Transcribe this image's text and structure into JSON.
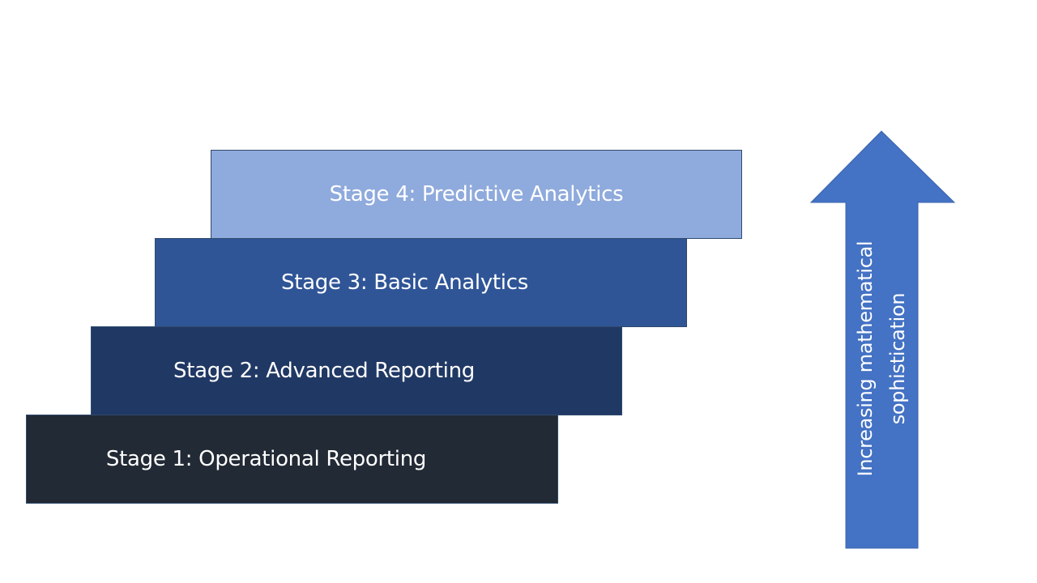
{
  "stages": [
    {
      "label": "Stage 1: Operational Reporting",
      "color": "#222a35"
    },
    {
      "label": "Stage 2: Advanced Reporting",
      "color": "#203864"
    },
    {
      "label": "Stage 3: Basic Analytics",
      "color": "#2f5597"
    },
    {
      "label": "Stage 4: Predictive Analytics",
      "color": "#8faadc"
    }
  ],
  "arrow": {
    "color": "#4472c4",
    "line1": "Increasing mathematical",
    "line2": "sophistication"
  }
}
